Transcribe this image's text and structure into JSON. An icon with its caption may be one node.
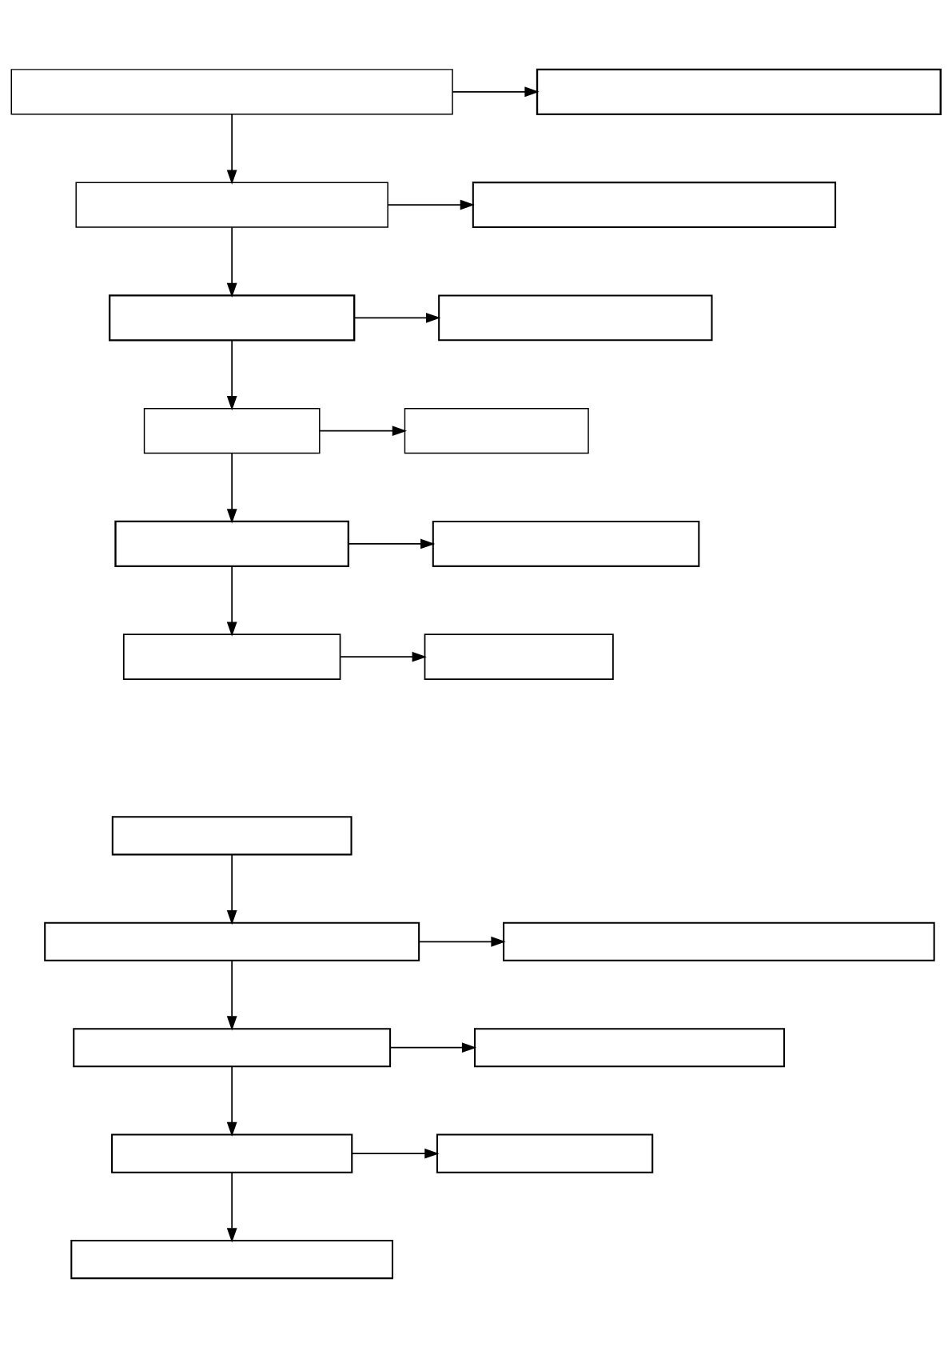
{
  "diagram": {
    "nodes": [
      {
        "text": [],
        "shape": "box"
      },
      {
        "text": [],
        "shape": "box"
      },
      {
        "text": [],
        "shape": "box"
      },
      {
        "text": [],
        "shape": "box"
      },
      {
        "text": [],
        "shape": "box"
      },
      {
        "text": [],
        "shape": "box"
      },
      {
        "text": [],
        "shape": "box"
      },
      {
        "text": [],
        "shape": "box"
      },
      {
        "text": [],
        "shape": "box"
      },
      {
        "text": [],
        "shape": "box"
      },
      {
        "text": [],
        "shape": "box"
      },
      {
        "text": [],
        "shape": "box"
      },
      {
        "text": [],
        "shape": "box"
      },
      {
        "text": [],
        "shape": "box"
      },
      {
        "text": [],
        "shape": "box"
      },
      {
        "text": [],
        "shape": "box"
      },
      {
        "text": [],
        "shape": "box"
      },
      {
        "text": [],
        "shape": "box"
      },
      {
        "text": [],
        "shape": "box"
      },
      {
        "text": [],
        "shape": "box"
      }
    ],
    "edges": [
      {
        "from": 0,
        "to": 1,
        "arrow": "to"
      },
      {
        "from": 0,
        "to": 2,
        "arrow": "to"
      },
      {
        "from": 2,
        "to": 3,
        "arrow": "to"
      },
      {
        "from": 2,
        "to": 4,
        "arrow": "to"
      },
      {
        "from": 4,
        "to": 5,
        "arrow": "to"
      },
      {
        "from": 4,
        "to": 6,
        "arrow": "to"
      },
      {
        "from": 6,
        "to": 7,
        "arrow": "to"
      },
      {
        "from": 6,
        "to": 8,
        "arrow": "to"
      },
      {
        "from": 8,
        "to": 9,
        "arrow": "to"
      },
      {
        "from": 8,
        "to": 10,
        "arrow": "to"
      },
      {
        "from": 10,
        "to": 11,
        "arrow": "to"
      },
      {
        "from": 12,
        "to": 13,
        "arrow": "to"
      },
      {
        "from": 13,
        "to": 14,
        "arrow": "to"
      },
      {
        "from": 13,
        "to": 15,
        "arrow": "to"
      },
      {
        "from": 15,
        "to": 16,
        "arrow": "to"
      },
      {
        "from": 15,
        "to": 17,
        "arrow": "to"
      },
      {
        "from": 17,
        "to": 18,
        "arrow": "to"
      },
      {
        "from": 17,
        "to": 19,
        "arrow": "to"
      }
    ]
  }
}
